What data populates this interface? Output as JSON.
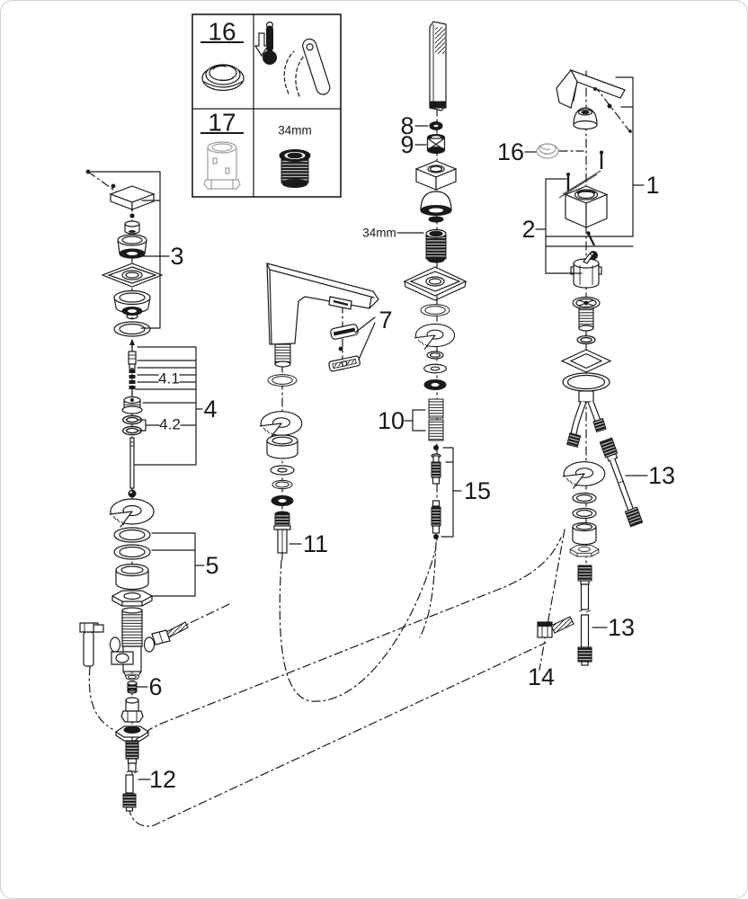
{
  "diagram": {
    "kind": "faucet-exploded-parts-diagram",
    "background": "#ffffff",
    "line_color": "#1a1a1a",
    "gray_part_color": "#9e9e9e"
  },
  "inset": {
    "cell_16": "16",
    "cell_17": "17",
    "bushing_size": "34mm"
  },
  "callouts": {
    "part_1": "1",
    "part_2": "2",
    "part_3": "3",
    "part_4": "4",
    "part_4_1": "4.1",
    "part_4_2": "4.2",
    "part_5": "5",
    "part_6": "6",
    "part_7": "7",
    "part_8": "8",
    "part_9": "9",
    "part_10": "10",
    "part_11": "11",
    "part_12": "12",
    "part_13_upper": "13",
    "part_13_lower": "13",
    "part_14": "14",
    "part_15": "15",
    "part_16": "16",
    "bushing_size": "34mm"
  }
}
